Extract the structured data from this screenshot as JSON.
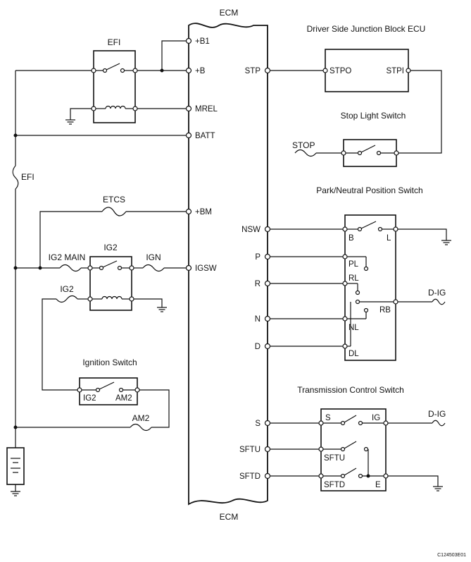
{
  "ecm": {
    "title_top": "ECM",
    "title_bottom": "ECM"
  },
  "ecm_pins": {
    "b1": "+B1",
    "b": "+B",
    "mrel": "MREL",
    "batt": "BATT",
    "bm": "+BM",
    "igsw": "IGSW",
    "stp": "STP",
    "nsw": "NSW",
    "p": "P",
    "r": "R",
    "n": "N",
    "d": "D",
    "s": "S",
    "sftu": "SFTU",
    "sftd": "SFTD"
  },
  "efi_relay": {
    "label": "EFI"
  },
  "efi_fuse": {
    "label": "EFI"
  },
  "etcs_fuse": {
    "label": "ETCS"
  },
  "ig2_main_fuse": {
    "label": "IG2 MAIN"
  },
  "ig2_relay": {
    "label": "IG2"
  },
  "ign_fuse": {
    "label": "IGN"
  },
  "ig2_fuse": {
    "label": "IG2"
  },
  "ignition_switch": {
    "title": "Ignition Switch",
    "pin_ig2": "IG2",
    "pin_am2": "AM2"
  },
  "am2_fuse": {
    "label": "AM2"
  },
  "junction_block": {
    "title": "Driver Side Junction Block ECU",
    "pin_stpo": "STPO",
    "pin_stpi": "STPI"
  },
  "stop_light_switch": {
    "title": "Stop Light Switch",
    "fuse_label": "STOP"
  },
  "pnp_switch": {
    "title": "Park/Neutral Position Switch",
    "pins": {
      "b": "B",
      "l": "L",
      "pl": "PL",
      "rl": "RL",
      "rb": "RB",
      "nl": "NL",
      "dl": "DL"
    },
    "dig_label": "D-IG"
  },
  "tcs": {
    "title": "Transmission Control Switch",
    "pins": {
      "s": "S",
      "ig": "IG",
      "sftu": "SFTU",
      "sftd": "SFTD",
      "e": "E"
    },
    "dig_label": "D-IG"
  },
  "figure_code": "C124503E01"
}
